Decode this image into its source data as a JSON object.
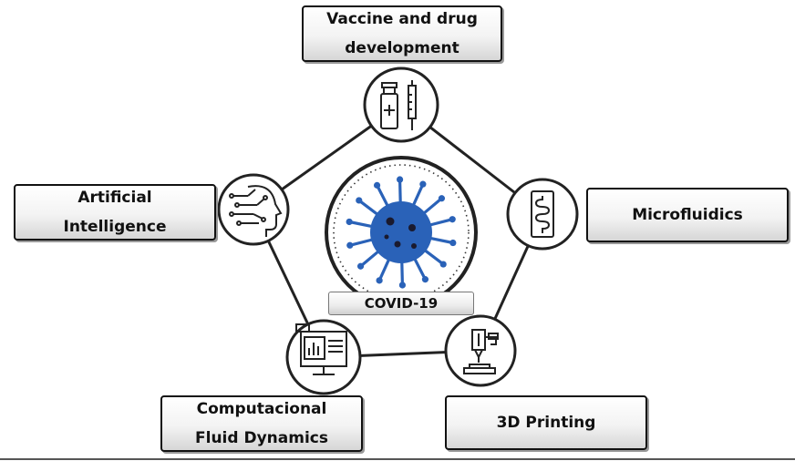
{
  "center": {
    "label": "COVID-19",
    "virus_color": "#2a62b8"
  },
  "nodes": [
    {
      "id": "vaccine",
      "label_lines": [
        "Vaccine and drug",
        "development"
      ],
      "icon": "vaccine-syringe-icon"
    },
    {
      "id": "microfluidics",
      "label_lines": [
        "Microfluidics"
      ],
      "icon": "microfluidic-chip-icon"
    },
    {
      "id": "printing",
      "label_lines": [
        "3D Printing"
      ],
      "icon": "3d-printer-icon"
    },
    {
      "id": "cfd",
      "label_lines": [
        "Computacional",
        "Fluid Dynamics"
      ],
      "icon": "computer-monitor-icon"
    },
    {
      "id": "ai",
      "label_lines": [
        "Artificial",
        "Intelligence"
      ],
      "icon": "ai-head-icon"
    }
  ]
}
